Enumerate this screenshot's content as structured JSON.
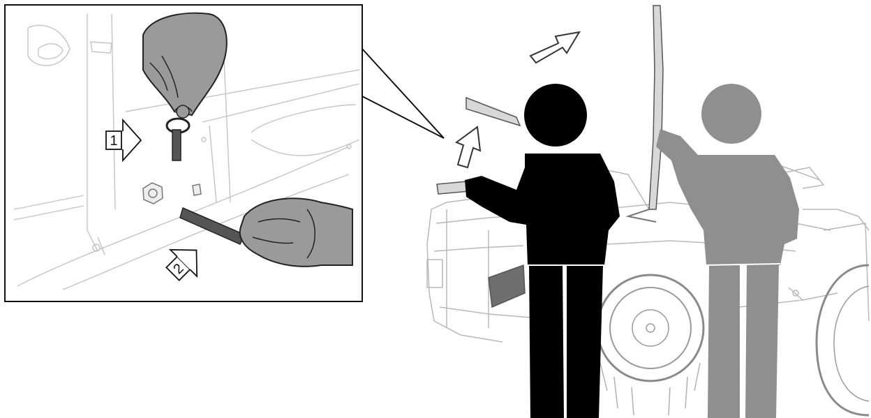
{
  "inset": {
    "step_1_label": "1",
    "step_2_label": "2",
    "description_name": "inset-detail"
  },
  "figures": {
    "front_person": "person-front-icon",
    "rear_person": "person-rear-icon"
  },
  "colors": {
    "line": "#1a1a1a",
    "light_line": "#b8b8b8",
    "hand_fill": "#9a9a9a",
    "person_front": "#000000",
    "person_rear": "#8f8f8f",
    "background": "#ffffff"
  }
}
